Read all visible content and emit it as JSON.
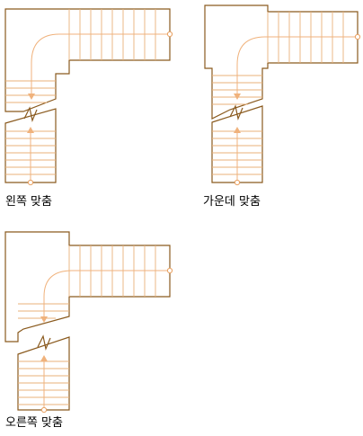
{
  "diagrams": [
    {
      "id": "left",
      "label": "왼쪽 맞춤"
    },
    {
      "id": "center",
      "label": "가운데 맞춤"
    },
    {
      "id": "right",
      "label": "오른쪽 맞춤"
    }
  ],
  "colors": {
    "wall": "#8a5a1e",
    "tread": "#e9b27a",
    "walkline": "#f0b27c",
    "background": "#ffffff"
  }
}
